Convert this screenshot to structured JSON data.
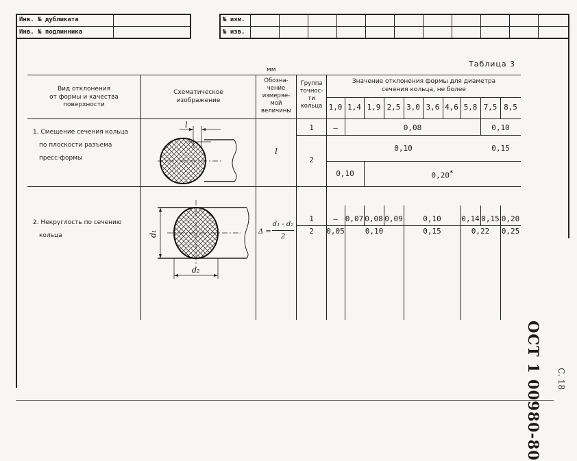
{
  "stamp": {
    "inv_dublikata": "Инв. № дубликата",
    "inv_podlinnika": "Инв. № подлинника",
    "no_izm": "№ изм.",
    "no_izv": "№ изв."
  },
  "table_title": "Таблица 3",
  "unit_mm": "мм",
  "headers": {
    "vid": [
      "Вид отклонения",
      "от формы и качества",
      "поверхности"
    ],
    "schema": [
      "Схематическое",
      "изображение"
    ],
    "oboznachenie": [
      "Обозна-",
      "чение",
      "измеряе-",
      "мой",
      "величины"
    ],
    "gruppa": [
      "Группа",
      "точнос-",
      "ти",
      "кольца"
    ],
    "znachenie": [
      "Значение отклонения формы для диаметра",
      "сечения кольца, не более"
    ]
  },
  "diameters": [
    "1,0",
    "1,4",
    "1,9",
    "2,5",
    "3,0",
    "3,6",
    "4,6",
    "5,8",
    "7,5",
    "8,5"
  ],
  "row1": {
    "name": [
      "1. Смещение сечения кольца",
      "по плоскости разъема",
      "пресс-формы"
    ],
    "symbol": "l",
    "dim_label": "l",
    "group1": "1",
    "group2": "2",
    "g1_dash": "–",
    "g1_val_a": "0,08",
    "g1_val_b": "0,10",
    "g2a_val_a": "0,10",
    "g2a_val_b": "0,15",
    "g2b_val_a": "0,10",
    "g2b_val_b": "0,20",
    "g2b_star": "*"
  },
  "row2": {
    "name": [
      "2. Некруглость по сечению",
      "кольца"
    ],
    "formula_delta": "Δ =",
    "formula_num": "d₁ - d₂",
    "formula_den": "2",
    "d1_label": "d₁",
    "d2_label": "d₂",
    "group1": "1",
    "group2": "2",
    "g1_values": [
      "–",
      "0,07",
      "0,08",
      "0,09",
      "0,10",
      "0,14",
      "0,15",
      "0,20"
    ],
    "g2_values": [
      "0,05",
      "0,10",
      "0,15",
      "0,22",
      "0,25"
    ]
  },
  "ost": "ОСТ 1 00980-80",
  "page_no": "С. 18"
}
